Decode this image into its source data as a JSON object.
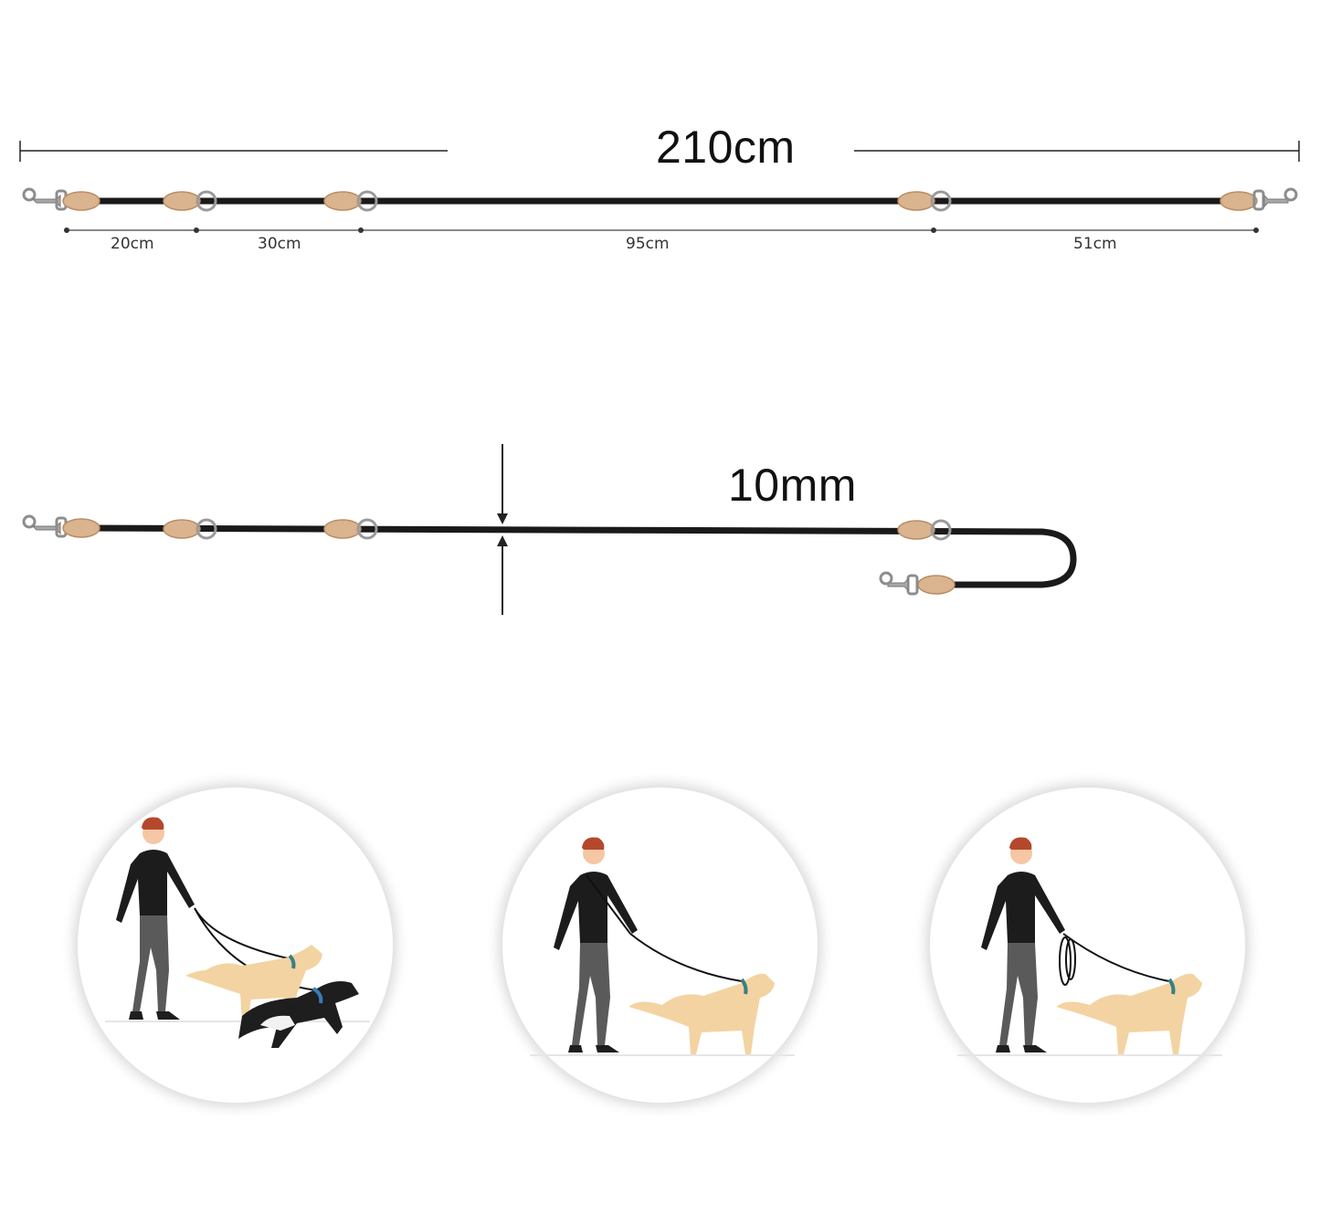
{
  "diagram": {
    "total_length_label": "210cm",
    "thickness_label": "10mm",
    "segments": [
      {
        "label": "20cm"
      },
      {
        "label": "30cm"
      },
      {
        "label": "95cm"
      },
      {
        "label": "51cm"
      }
    ],
    "usage_scenes": [
      {
        "scene": "walking-two-dogs"
      },
      {
        "scene": "walking-one-dog-cross-body"
      },
      {
        "scene": "walking-one-dog-short-leash"
      }
    ]
  },
  "colors": {
    "rope": "#1a1a1a",
    "leather": "#d9b48f",
    "leather_dark": "#b98c63",
    "metal": "#9a9a9a",
    "dog_golden": "#f3d3a1",
    "dog_black": "#1e1e1e",
    "shirt": "#1c1c1c",
    "pants": "#5a5a5a",
    "hair": "#b5482c",
    "skin": "#f5c7a5",
    "collar_teal": "#3a7f86",
    "collar_blue": "#3b79b8"
  }
}
